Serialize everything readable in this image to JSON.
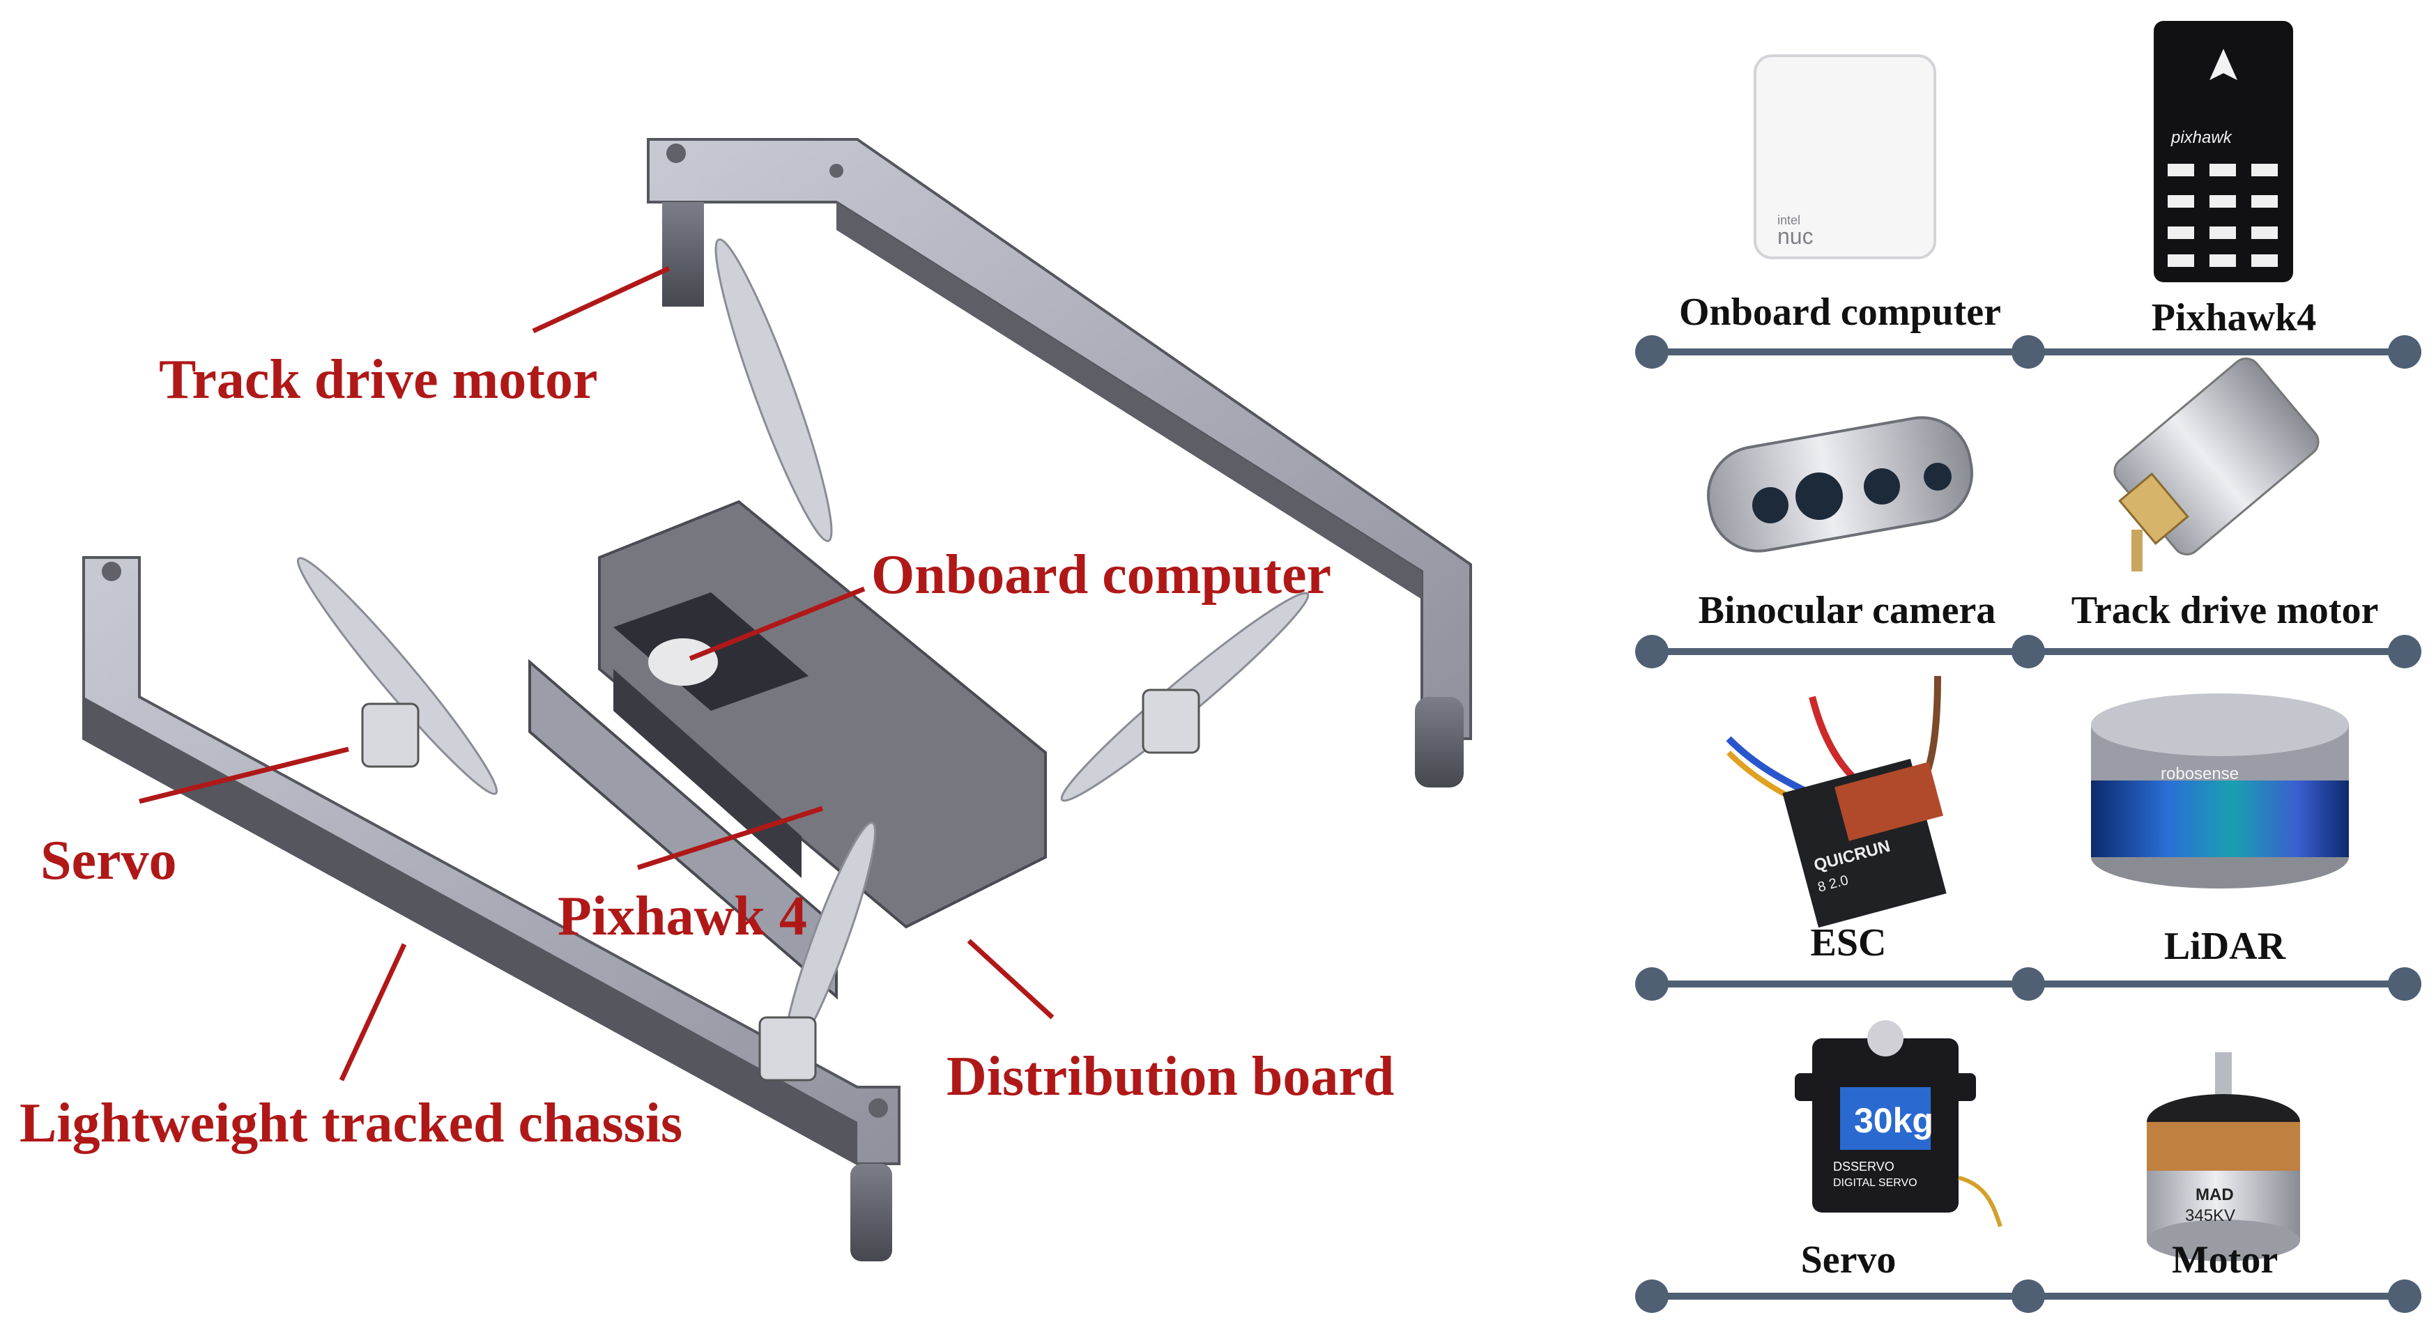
{
  "callouts": {
    "track_drive_motor": "Track drive motor",
    "onboard_computer": "Onboard computer",
    "servo": "Servo",
    "pixhawk": "Pixhawk 4",
    "distribution_board": "Distribution board",
    "chassis": "Lightweight tracked chassis"
  },
  "components": [
    {
      "label": "Onboard computer"
    },
    {
      "label": "Pixhawk4"
    },
    {
      "label": "Binocular camera"
    },
    {
      "label": "Track drive motor"
    },
    {
      "label": "ESC"
    },
    {
      "label": "LiDAR"
    },
    {
      "label": "Servo"
    },
    {
      "label": "Motor"
    }
  ],
  "product_marks": {
    "nuc_brand": "intel",
    "nuc_name": "nuc",
    "pixhawk_brand": "pixhawk",
    "esc_brand": "QUICRUN",
    "esc_model": "8 2.0",
    "lidar_brand": "robosense",
    "servo_rating": "30kg",
    "servo_brand": "DSSERVO",
    "servo_type": "DIGITAL SERVO",
    "motor_brand": "MAD",
    "motor_kv": "345KV"
  },
  "colors": {
    "callout": "#b01818",
    "frame": "#8c8e9c",
    "timeline": "#4f6075"
  }
}
